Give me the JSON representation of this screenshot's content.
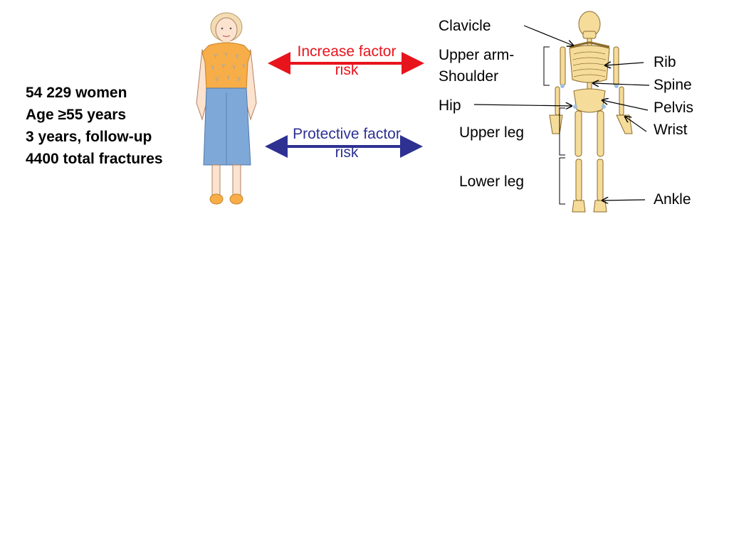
{
  "study": {
    "lines": [
      "54 229 women",
      "Age ≥55 years",
      "3 years, follow-up",
      "4400 total fractures"
    ]
  },
  "arrows": {
    "increase": {
      "label_line1": "Increase  factor",
      "label_line2": "risk",
      "color": "#e8141c"
    },
    "protective": {
      "label_line1": "Protective  factor",
      "label_line2": "risk",
      "color": "#2e3192"
    }
  },
  "fracture_sites": {
    "left": {
      "clavicle": "Clavicle",
      "upper_arm_1": "Upper arm-",
      "upper_arm_2": "Shoulder",
      "hip": "Hip",
      "upper_leg": "Upper leg",
      "lower_leg": "Lower leg"
    },
    "right": {
      "rib": "Rib",
      "spine": "Spine",
      "pelvis": "Pelvis",
      "wrist": "Wrist",
      "ankle": "Ankle"
    }
  },
  "icons": [
    "woman-figure-icon",
    "skeleton-icon"
  ]
}
